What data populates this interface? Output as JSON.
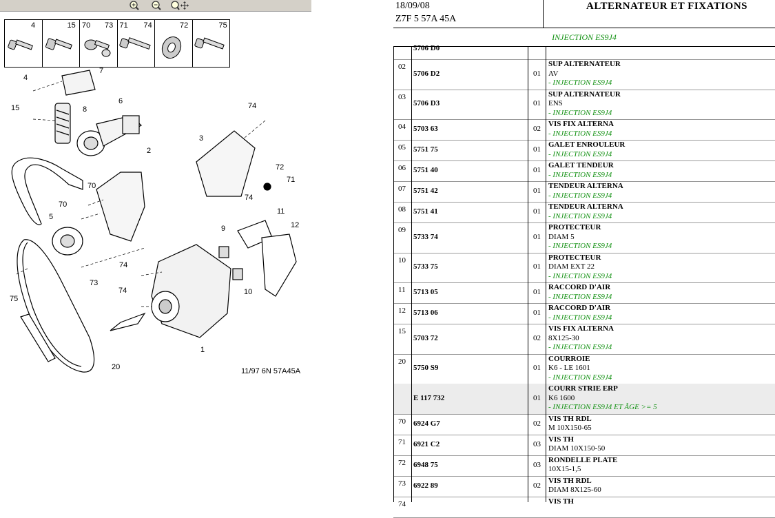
{
  "header": {
    "date": "18/09/08",
    "code": "Z7F 5 57A 45A",
    "title": "ALTERNATEUR ET FIXATIONS",
    "filter": "INJECTION ES9J4"
  },
  "toolbar": {
    "icons": [
      "zoom-in-icon",
      "zoom-out-icon",
      "zoom-move-icon"
    ]
  },
  "parts_strip": {
    "numbers": [
      "4",
      "15",
      "70",
      "73",
      "71",
      "74",
      "72",
      "75"
    ]
  },
  "diagram": {
    "reference": "11/97 6N 57A45A",
    "callouts": [
      "7",
      "4",
      "15",
      "8",
      "6",
      "74",
      "3",
      "2",
      "72",
      "71",
      "70",
      "70",
      "74",
      "5",
      "9",
      "11",
      "12",
      "74",
      "73",
      "74",
      "10",
      "75",
      "1",
      "20"
    ]
  },
  "table": {
    "rows": [
      {
        "item": "",
        "ref": "5706 D0",
        "qty": "",
        "lines": [],
        "filter": "",
        "grey": false
      },
      {
        "item": "02",
        "ref": "5706 D2",
        "qty": "01",
        "lines": [
          "SUP ALTERNATEUR",
          "AV"
        ],
        "filter": "- INJECTION ES9J4",
        "grey": false
      },
      {
        "item": "03",
        "ref": "5706 D3",
        "qty": "01",
        "lines": [
          "SUP ALTERNATEUR",
          "ENS"
        ],
        "filter": "- INJECTION ES9J4",
        "grey": false
      },
      {
        "item": "04",
        "ref": "5703 63",
        "qty": "02",
        "lines": [
          "VIS FIX ALTERNA"
        ],
        "filter": "- INJECTION ES9J4",
        "grey": false
      },
      {
        "item": "05",
        "ref": "5751 75",
        "qty": "01",
        "lines": [
          "GALET ENROULEUR"
        ],
        "filter": "- INJECTION ES9J4",
        "grey": false
      },
      {
        "item": "06",
        "ref": "5751 40",
        "qty": "01",
        "lines": [
          "GALET TENDEUR"
        ],
        "filter": "- INJECTION ES9J4",
        "grey": false
      },
      {
        "item": "07",
        "ref": "5751 42",
        "qty": "01",
        "lines": [
          "TENDEUR ALTERNA"
        ],
        "filter": "- INJECTION ES9J4",
        "grey": false
      },
      {
        "item": "08",
        "ref": "5751 41",
        "qty": "01",
        "lines": [
          "TENDEUR ALTERNA"
        ],
        "filter": "- INJECTION ES9J4",
        "grey": false
      },
      {
        "item": "09",
        "ref": "5733 74",
        "qty": "01",
        "lines": [
          "PROTECTEUR",
          "DIAM 5"
        ],
        "filter": "- INJECTION ES9J4",
        "grey": false
      },
      {
        "item": "10",
        "ref": "5733 75",
        "qty": "01",
        "lines": [
          "PROTECTEUR",
          "DIAM EXT 22"
        ],
        "filter": "- INJECTION ES9J4",
        "grey": false
      },
      {
        "item": "11",
        "ref": "5713 05",
        "qty": "01",
        "lines": [
          "RACCORD D'AIR"
        ],
        "filter": "- INJECTION ES9J4",
        "grey": false
      },
      {
        "item": "12",
        "ref": "5713 06",
        "qty": "01",
        "lines": [
          "RACCORD D'AIR"
        ],
        "filter": "- INJECTION ES9J4",
        "grey": false
      },
      {
        "item": "15",
        "ref": "5703 72",
        "qty": "02",
        "lines": [
          "VIS FIX ALTERNA",
          "8X125-30"
        ],
        "filter": "- INJECTION ES9J4",
        "grey": false
      },
      {
        "item": "20",
        "ref": "5750 S9",
        "qty": "01",
        "lines": [
          "COURROIE",
          "K6 - LE 1601"
        ],
        "filter": "- INJECTION ES9J4",
        "grey": false
      },
      {
        "item": "",
        "ref": "E 117 732",
        "qty": "01",
        "lines": [
          "COURR STRIE ERP",
          "K6 1600"
        ],
        "filter": "- INJECTION ES9J4 ET ÂGE >= 5",
        "grey": true
      },
      {
        "item": "70",
        "ref": "6924 G7",
        "qty": "02",
        "lines": [
          "VIS TH RDL",
          "M 10X150-65"
        ],
        "filter": "",
        "grey": false
      },
      {
        "item": "71",
        "ref": "6921 C2",
        "qty": "03",
        "lines": [
          "VIS TH",
          "DIAM 10X150-50"
        ],
        "filter": "",
        "grey": false
      },
      {
        "item": "72",
        "ref": "6948 75",
        "qty": "03",
        "lines": [
          "RONDELLE PLATE",
          "10X15-1,5"
        ],
        "filter": "",
        "grey": false
      },
      {
        "item": "73",
        "ref": "6922 89",
        "qty": "02",
        "lines": [
          "VIS TH RDL",
          "DIAM 8X125-60"
        ],
        "filter": "",
        "grey": false
      },
      {
        "item": "74",
        "ref": "",
        "qty": "",
        "lines": [
          "VIS TH"
        ],
        "filter": "",
        "grey": false
      }
    ]
  }
}
